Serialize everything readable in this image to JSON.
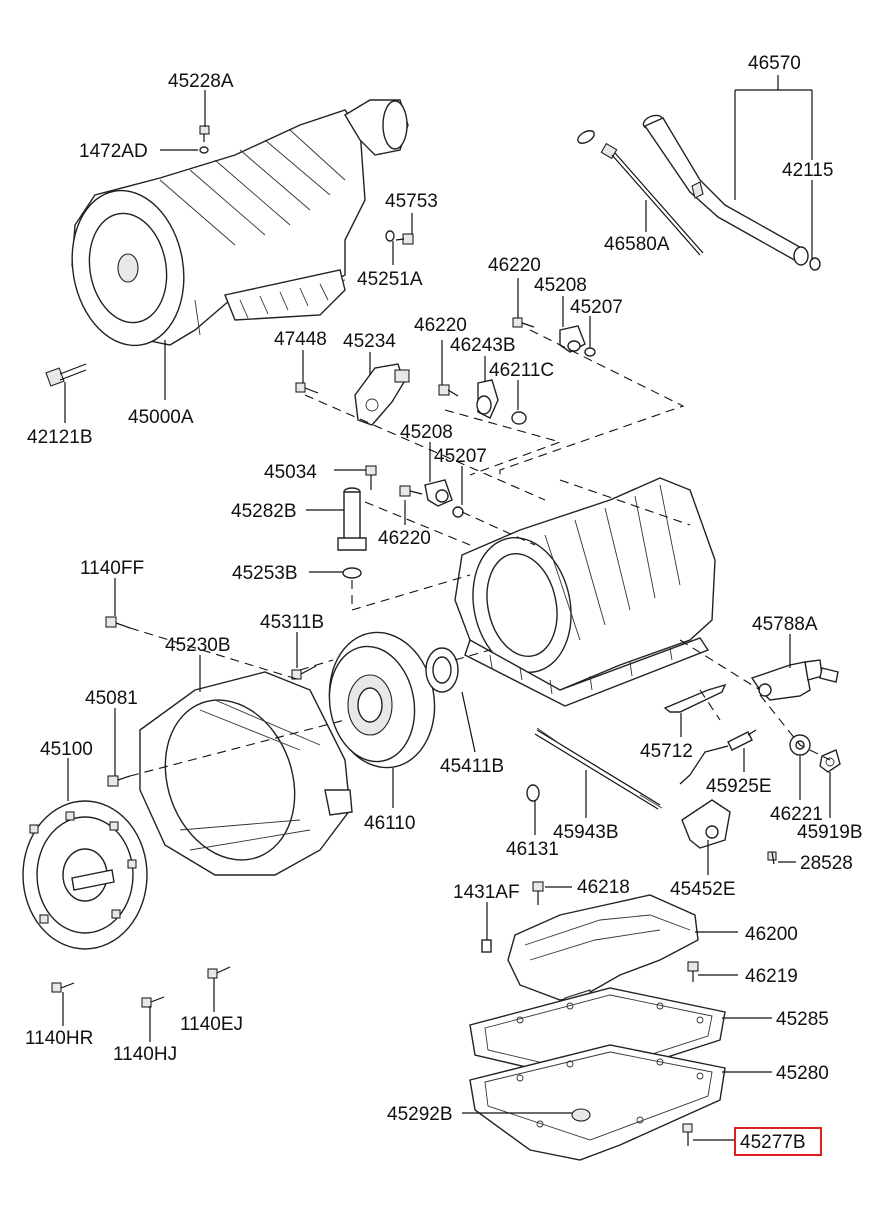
{
  "highlight_color": "#e02020",
  "line_color": "#111111",
  "labels": [
    {
      "id": "l45228A",
      "text": "45228A"
    },
    {
      "id": "l1472AD",
      "text": "1472AD"
    },
    {
      "id": "l45753",
      "text": "45753"
    },
    {
      "id": "l45251A",
      "text": "45251A"
    },
    {
      "id": "l42121B",
      "text": "42121B"
    },
    {
      "id": "l45000A",
      "text": "45000A"
    },
    {
      "id": "l46570",
      "text": "46570"
    },
    {
      "id": "l42115",
      "text": "42115"
    },
    {
      "id": "l46580A",
      "text": "46580A"
    },
    {
      "id": "l46220a",
      "text": "46220"
    },
    {
      "id": "l45208a",
      "text": "45208"
    },
    {
      "id": "l45207a",
      "text": "45207"
    },
    {
      "id": "l47448",
      "text": "47448"
    },
    {
      "id": "l45234",
      "text": "45234"
    },
    {
      "id": "l46220b",
      "text": "46220"
    },
    {
      "id": "l46243B",
      "text": "46243B"
    },
    {
      "id": "l46211C",
      "text": "46211C"
    },
    {
      "id": "l45208b",
      "text": "45208"
    },
    {
      "id": "l45207b",
      "text": "45207"
    },
    {
      "id": "l45034",
      "text": "45034"
    },
    {
      "id": "l45282B",
      "text": "45282B"
    },
    {
      "id": "l46220c",
      "text": "46220"
    },
    {
      "id": "l1140FF",
      "text": "1140FF"
    },
    {
      "id": "l45253B",
      "text": "45253B"
    },
    {
      "id": "l45311B",
      "text": "45311B"
    },
    {
      "id": "l45230B",
      "text": "45230B"
    },
    {
      "id": "l45081",
      "text": "45081"
    },
    {
      "id": "l45100",
      "text": "45100"
    },
    {
      "id": "l45411B",
      "text": "45411B"
    },
    {
      "id": "l46110",
      "text": "46110"
    },
    {
      "id": "l45788A",
      "text": "45788A"
    },
    {
      "id": "l45712",
      "text": "45712"
    },
    {
      "id": "l45925E",
      "text": "45925E"
    },
    {
      "id": "l46221",
      "text": "46221"
    },
    {
      "id": "l45919B",
      "text": "45919B"
    },
    {
      "id": "l46131",
      "text": "46131"
    },
    {
      "id": "l45943B",
      "text": "45943B"
    },
    {
      "id": "l45452E",
      "text": "45452E"
    },
    {
      "id": "l28528",
      "text": "28528"
    },
    {
      "id": "l1431AF",
      "text": "1431AF"
    },
    {
      "id": "l46218",
      "text": "46218"
    },
    {
      "id": "l46200",
      "text": "46200"
    },
    {
      "id": "l46219",
      "text": "46219"
    },
    {
      "id": "l45285",
      "text": "45285"
    },
    {
      "id": "l45280",
      "text": "45280"
    },
    {
      "id": "l45292B",
      "text": "45292B"
    },
    {
      "id": "l45277B",
      "text": "45277B",
      "highlighted": true
    },
    {
      "id": "l1140HR",
      "text": "1140HR"
    },
    {
      "id": "l1140HJ",
      "text": "1140HJ"
    },
    {
      "id": "l1140EJ",
      "text": "1140EJ"
    }
  ]
}
